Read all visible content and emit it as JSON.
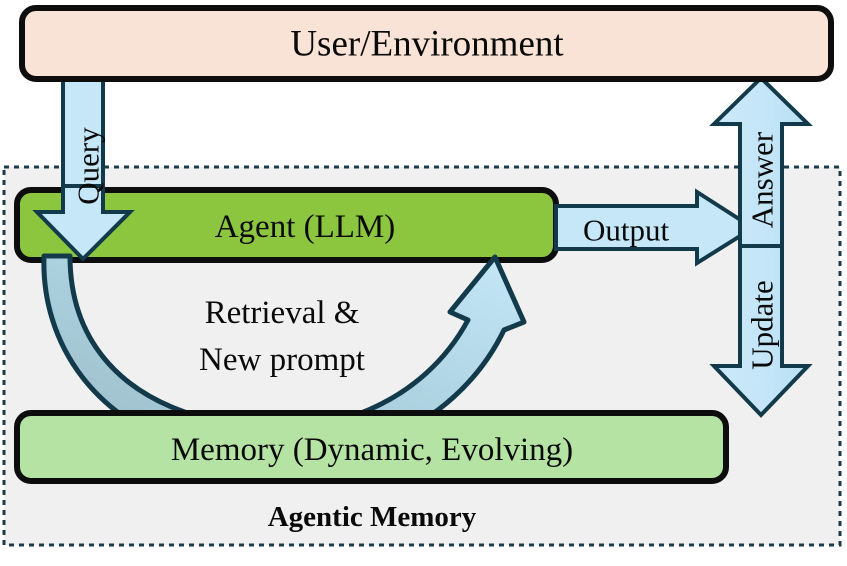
{
  "diagram": {
    "title_caption": "Agentic Memory",
    "colors": {
      "user_box_fill": "#f9e3d6",
      "agent_box_fill": "#8cc63f",
      "memory_box_fill": "#b5e3a4",
      "arrow_fill": "#c5e7f8",
      "arrow_stroke": "#123a4a",
      "box_stroke": "#0d0d0d",
      "region_fill": "#f0f0f0",
      "region_stroke": "#1b3b4a",
      "curve_tail_fill": "#9cb8c4",
      "text_color": "#0a0a0a"
    },
    "nodes": [
      {
        "id": "user",
        "label": "User/Environment"
      },
      {
        "id": "agent",
        "label": "Agent (LLM)"
      },
      {
        "id": "memory",
        "label": "Memory (Dynamic, Evolving)"
      }
    ],
    "region": {
      "id": "agentic-memory-region",
      "label": "Agentic Memory"
    },
    "edges": [
      {
        "id": "query",
        "label": "Query",
        "from": "user",
        "to": "agent",
        "orientation": "vertical-down",
        "label_rotated": true
      },
      {
        "id": "output",
        "label": "Output",
        "from": "agent",
        "to": "answer-update-bus",
        "orientation": "horizontal-right",
        "label_rotated": false
      },
      {
        "id": "answer",
        "label": "Answer",
        "from": "agent",
        "to": "user",
        "orientation": "vertical-up",
        "label_rotated": true
      },
      {
        "id": "update",
        "label": "Update",
        "from": "agent",
        "to": "memory",
        "orientation": "vertical-down",
        "label_rotated": true
      },
      {
        "id": "retrieval",
        "label_line1": "Retrieval &",
        "label_line2": "New prompt",
        "from": "memory",
        "to": "agent",
        "orientation": "curved-up",
        "label_rotated": false
      }
    ]
  }
}
